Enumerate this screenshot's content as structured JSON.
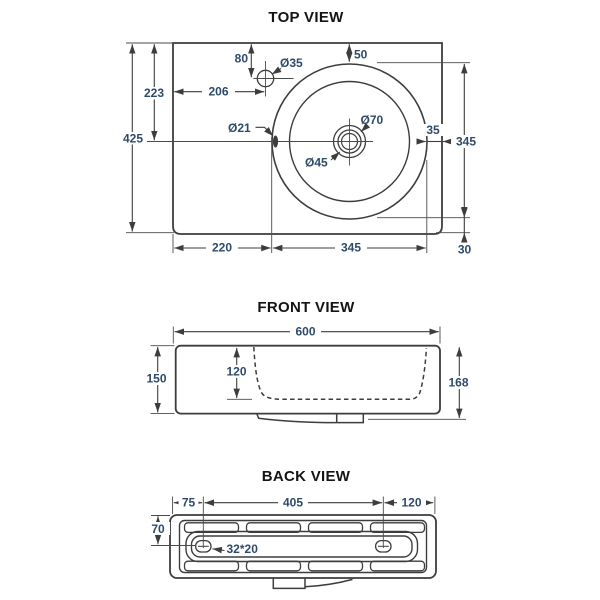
{
  "drawing": {
    "type": "basin technical drawing",
    "views": {
      "top": {
        "title": "TOP VIEW"
      },
      "front": {
        "title": "FRONT VIEW"
      },
      "back": {
        "title": "BACK VIEW"
      }
    }
  },
  "colors": {
    "line": "#3d3d3d",
    "dimension_text": "#2e4a6b",
    "title_text": "#141414",
    "background": "#ffffff"
  },
  "top_view": {
    "dims": {
      "overall_depth": "425",
      "basin_center_from_top": "223",
      "tap_offset_y": "80",
      "tap_diameter": "Ø35",
      "tap_offset_x": "206",
      "bowl_top_gap": "50",
      "overflow_diameter": "Ø21",
      "waste_flange_diameter": "Ø70",
      "waste_diameter": "Ø45",
      "bowl_right_gap": "35",
      "bowl_diameter_vertical": "345",
      "shelf_width": "220",
      "bowl_diameter_horizontal": "345",
      "bowl_bottom_gap": "30"
    }
  },
  "front_view": {
    "dims": {
      "overall_width": "600",
      "front_height": "150",
      "bowl_depth": "120",
      "overall_height": "168"
    }
  },
  "back_view": {
    "dims": {
      "slot_left_offset": "75",
      "slot_spacing": "405",
      "slot_right_offset": "120",
      "slot_top_offset": "70",
      "slot_size": "32*20"
    }
  }
}
